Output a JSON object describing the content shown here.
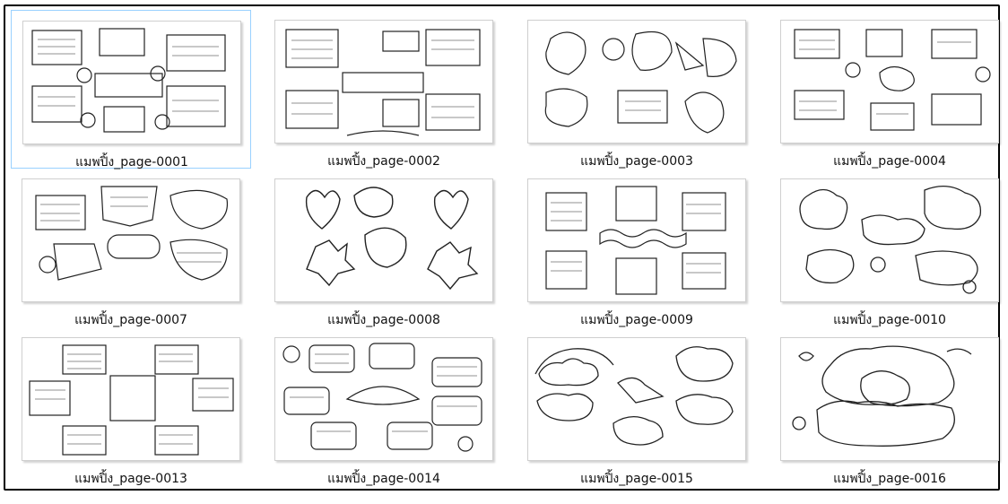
{
  "files": [
    {
      "name": "แมพปิ้ง_page-0001",
      "selected": true
    },
    {
      "name": "แมพปิ้ง_page-0002",
      "selected": false
    },
    {
      "name": "แมพปิ้ง_page-0003",
      "selected": false
    },
    {
      "name": "แมพปิ้ง_page-0004",
      "selected": false
    },
    {
      "name": "แมพปิ้ง_page-0007",
      "selected": false
    },
    {
      "name": "แมพปิ้ง_page-0008",
      "selected": false
    },
    {
      "name": "แมพปิ้ง_page-0009",
      "selected": false
    },
    {
      "name": "แมพปิ้ง_page-0010",
      "selected": false
    },
    {
      "name": "แมพปิ้ง_page-0013",
      "selected": false
    },
    {
      "name": "แมพปิ้ง_page-0014",
      "selected": false
    },
    {
      "name": "แมพปิ้ง_page-0015",
      "selected": false
    },
    {
      "name": "แมพปิ้ง_page-0016",
      "selected": false
    }
  ]
}
